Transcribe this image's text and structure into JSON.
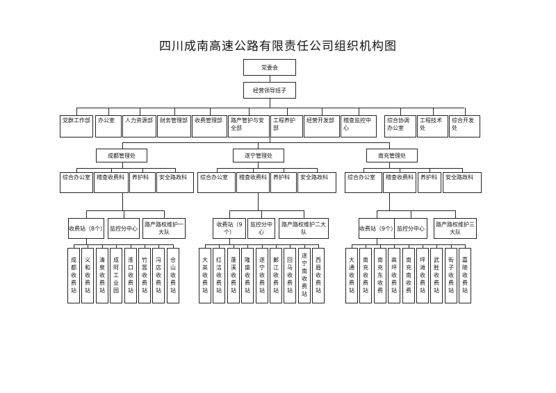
{
  "title": "四川成南高速公路有限责任公司组织机构图",
  "top": {
    "party": "党委会",
    "leadership": "经营领导班子"
  },
  "departments": [
    "党群工作部",
    "办公室",
    "人力资源部",
    "财务管理部",
    "收费管理部",
    "路产管护与安全部",
    "工程养护部",
    "经营开发部",
    "稽查监控中心",
    "综合协调办公室",
    "工程技术处",
    "综合开发处"
  ],
  "branches": [
    {
      "name": "成都管理处",
      "sections": [
        "综合办公室",
        "稽查收费科",
        "养护科",
        "安全路政科"
      ],
      "units": [
        "收费站（8个）",
        "监控分中心",
        "路产路权维护一大队"
      ],
      "stations": [
        "成都收费站",
        "义和收费站",
        "清泉收费站",
        "成阿工业园",
        "淮口收费站",
        "竹篙收费站",
        "冯店收费站",
        "仓山收费站"
      ]
    },
    {
      "name": "遂宁管理处",
      "sections": [
        "综合办公室",
        "稽查收费科",
        "养护科",
        "安全路政科"
      ],
      "units": [
        "收费站（9个）",
        "监控分中心",
        "路产路权维护二大队"
      ],
      "stations": [
        "大英收费站",
        "红洁收费站",
        "蓬溪收费站",
        "隆盛收费站",
        "遂宁收费站",
        "郪江收费站",
        "回马收费站",
        "遂宁南收费站",
        "西眉收费站"
      ]
    },
    {
      "name": "南充管理处",
      "sections": [
        "综合办公室",
        "稽查收费科",
        "养护科",
        "安全路政科"
      ],
      "units": [
        "收费站（9个）",
        "监控分中心",
        "路产路权维护三大队"
      ],
      "stations": [
        "大通收费站",
        "南充收费站",
        "南充东收费",
        "高坪收费站",
        "南充南收费",
        "坪滩收费站",
        "武胜收费站",
        "街子收费站",
        "嘉陵收费站"
      ]
    }
  ]
}
